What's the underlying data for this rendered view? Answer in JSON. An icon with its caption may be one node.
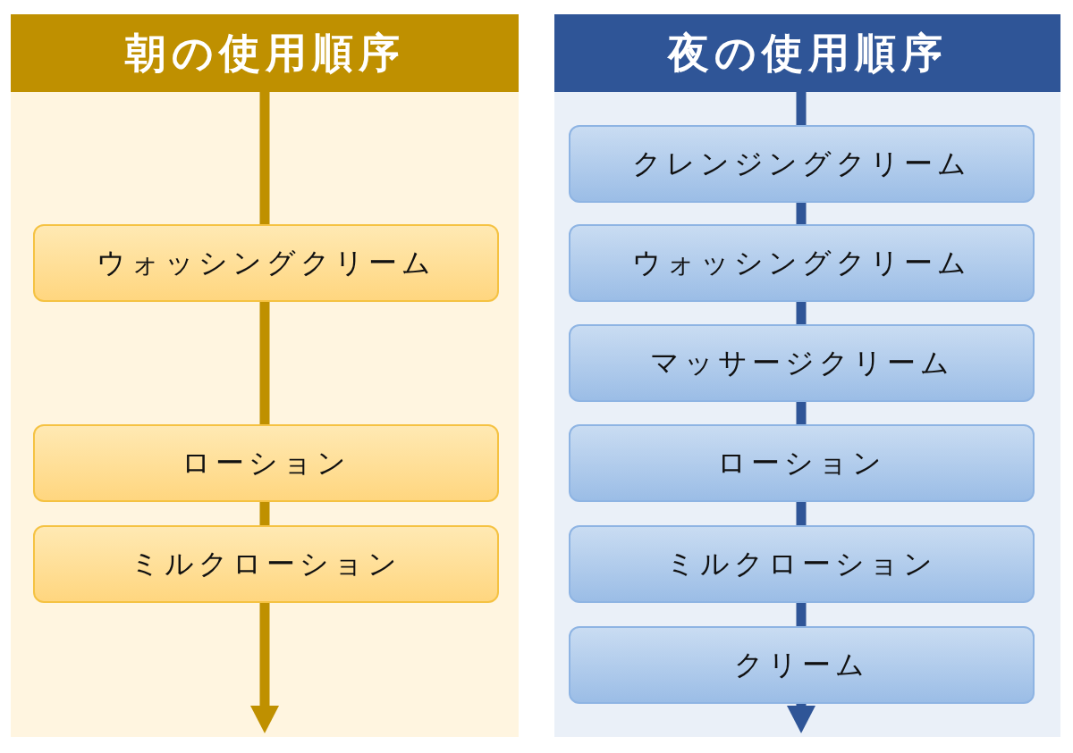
{
  "diagram": {
    "nodes": [
      {
        "text": [
          "朝の使用順序"
        ]
      },
      {
        "text": [
          "ウォッシングクリーム"
        ],
        "in": 0
      },
      {
        "text": [
          "ローション"
        ],
        "in": 0
      },
      {
        "text": [
          "ミルクローション"
        ],
        "in": 0
      },
      {
        "text": [
          "夜の使用順序"
        ]
      },
      {
        "text": [
          "クレンジングクリーム"
        ],
        "in": 4
      },
      {
        "text": [
          "ウォッシングクリーム"
        ],
        "in": 4
      },
      {
        "text": [
          "マッサージクリーム"
        ],
        "in": 4
      },
      {
        "text": [
          "ローション"
        ],
        "in": 4
      },
      {
        "text": [
          "ミルクローション"
        ],
        "in": 4
      },
      {
        "text": [
          "クリーム"
        ],
        "in": 4
      }
    ],
    "edges": [
      {
        "from": null,
        "to": 1,
        "arrow": "none",
        "color": "#bf9000"
      },
      {
        "from": 1,
        "to": 2,
        "arrow": "none",
        "color": "#bf9000"
      },
      {
        "from": 2,
        "to": 3,
        "arrow": "none",
        "color": "#bf9000"
      },
      {
        "from": 3,
        "to": null,
        "arrow": "to",
        "color": "#bf9000"
      },
      {
        "from": null,
        "to": 5,
        "arrow": "none"
      },
      {
        "from": 5,
        "to": 6,
        "arrow": "none"
      },
      {
        "from": 6,
        "to": 7,
        "arrow": "none"
      },
      {
        "from": 7,
        "to": 8,
        "arrow": "none"
      },
      {
        "from": 8,
        "to": 9,
        "arrow": "none"
      },
      {
        "from": 9,
        "to": 10,
        "arrow": "none"
      },
      {
        "from": 10,
        "to": null,
        "arrow": "to"
      }
    ]
  }
}
